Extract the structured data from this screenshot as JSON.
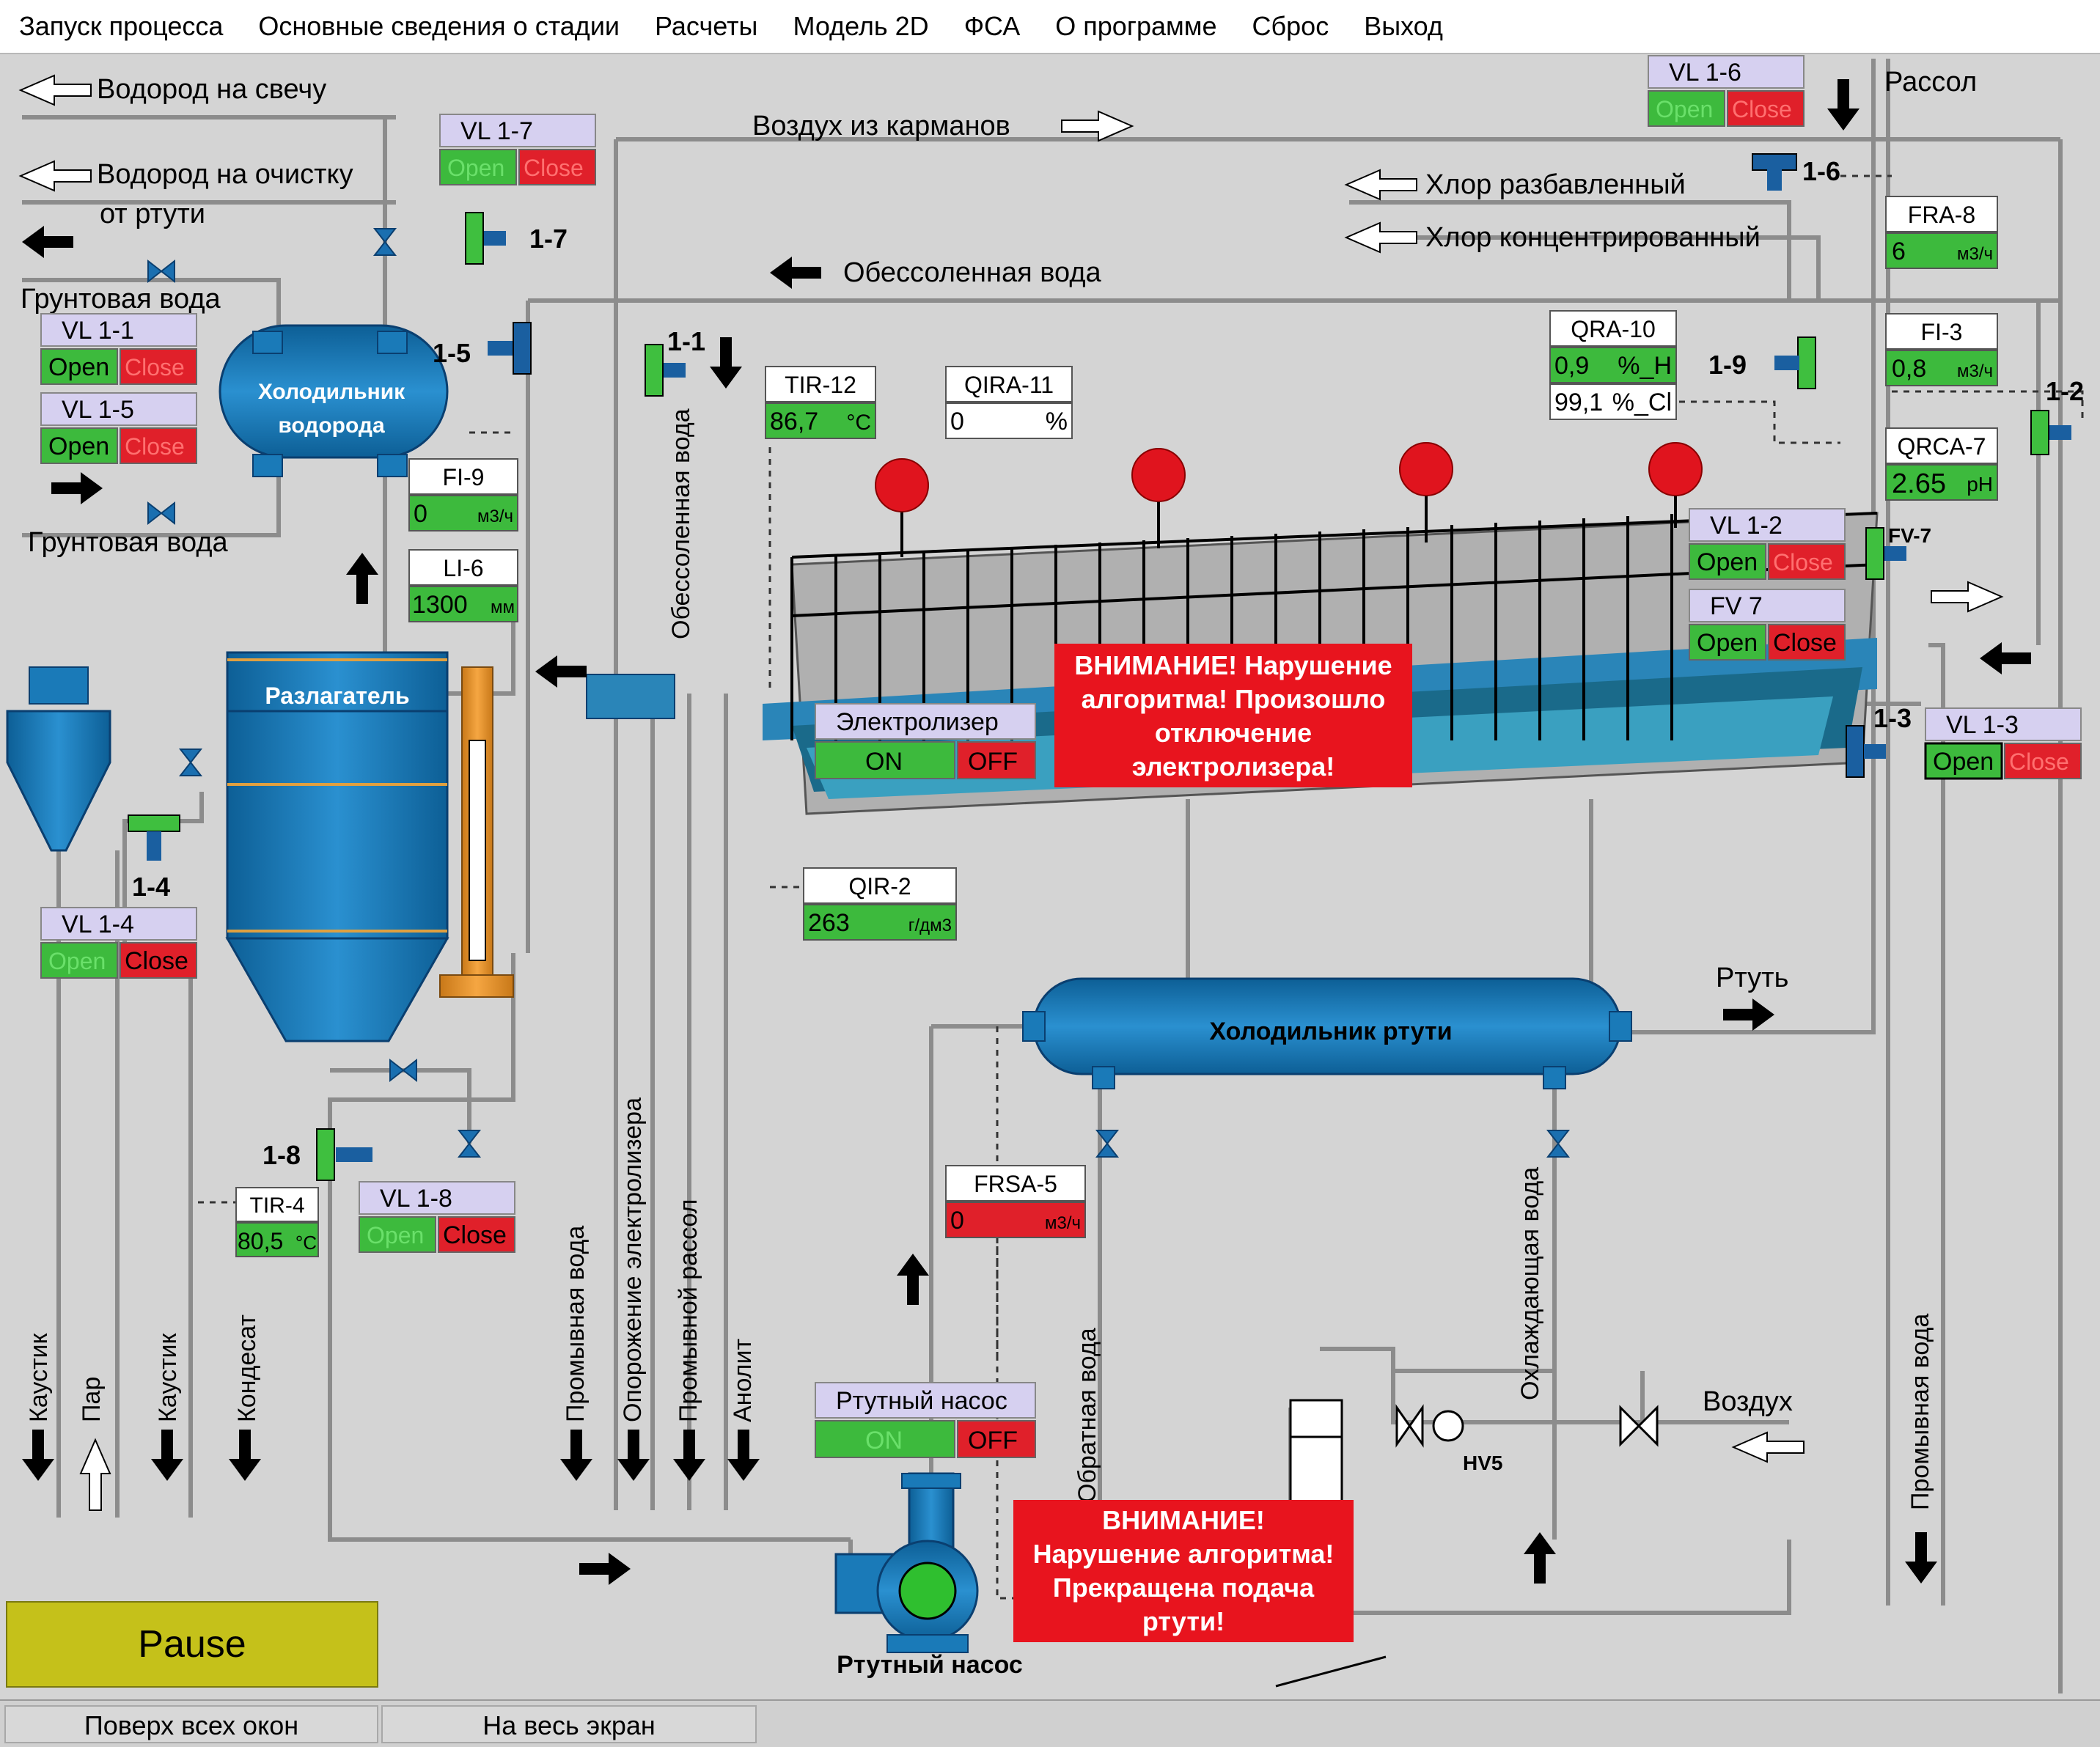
{
  "menu": {
    "items": [
      "Запуск процесса",
      "Основные сведения о стадии",
      "Расчеты",
      "Модель 2D",
      "ФСА",
      "О программе",
      "Сброс",
      "Выход"
    ]
  },
  "flows": {
    "hydrogen_vent": "Водород на свечу",
    "hydrogen_purify_1": "Водород на очистку",
    "hydrogen_purify_2": "от ртути",
    "ground_water_top": "Грунтовая  вода",
    "ground_water_bottom": "Грунтовая вода",
    "air_pockets": "Воздух из карманов",
    "chlorine_diluted": "Хлор разбавленный",
    "chlorine_conc": "Хлор концентрированный",
    "demin_water": "Обессоленная вода",
    "demin_water_vertical": "Обессоленная вода",
    "brine": "Рассол",
    "mercury": "Ртуть",
    "air": "Воздух",
    "caustic_1": "Каустик",
    "steam": "Пар",
    "caustic_2": "Каустик",
    "condensate": "Кондесат",
    "wash_water": "Промывная вода",
    "electrolyzer_drain": "Опорожение электролизера",
    "wash_brine": "Промывной рассол",
    "anolyte": "Анолит",
    "return_water": "Обратная вода",
    "cooling_water": "Охлаждающая вода",
    "wash_water_right": "Промывная вода"
  },
  "equipment": {
    "hydrogen_cooler_1": "Холодильник",
    "hydrogen_cooler_2": "водорода",
    "decomposer": "Разлагатель",
    "mercury_cooler": "Холодильник ртути",
    "mercury_pump": "Ртутный насос"
  },
  "valves": {
    "v1_1": "1-1",
    "v1_2": "1-2",
    "v1_3": "1-3",
    "v1_4": "1-4",
    "v1_5": "1-5",
    "v1_6": "1-6",
    "v1_7": "1-7",
    "v1_8": "1-8",
    "v1_9": "1-9",
    "fv7": "FV-7",
    "hv5": "HV5"
  },
  "controls": {
    "open": "Open",
    "close": "Close",
    "on": "ON",
    "off": "OFF",
    "vl1_1": "VL 1-1",
    "vl1_5": "VL 1-5",
    "vl1_7": "VL 1-7",
    "vl1_6": "VL 1-6",
    "vl1_2": "VL 1-2",
    "fv_7": "FV 7",
    "vl1_3": "VL 1-3",
    "vl1_4": "VL 1-4",
    "vl1_8": "VL 1-8",
    "electrolyzer": "Электролизер",
    "mercury_pump": "Ртутный насос"
  },
  "instruments": {
    "fra8": {
      "tag": "FRA-8",
      "value": "6",
      "unit": "м3/ч"
    },
    "fi3": {
      "tag": "FI-3",
      "value": "0,8",
      "unit": "м3/ч"
    },
    "qrca7": {
      "tag": "QRCA-7",
      "value": "2.65",
      "unit": "pH"
    },
    "qra10": {
      "tag": "QRA-10",
      "value_h": "0,9",
      "unit_h": "%_H",
      "value_cl": "99,1",
      "unit_cl": "%_Cl"
    },
    "tir12": {
      "tag": "TIR-12",
      "value": "86,7",
      "unit": "°C"
    },
    "qira11": {
      "tag": "QIRA-11",
      "value": "0",
      "unit": "%"
    },
    "fi9": {
      "tag": "FI-9",
      "value": "0",
      "unit": "м3/ч"
    },
    "li6": {
      "tag": "LI-6",
      "value": "1300",
      "unit": "мм"
    },
    "qir2": {
      "tag": "QIR-2",
      "value": "263",
      "unit": "г/дм3"
    },
    "tir4": {
      "tag": "TIR-4",
      "value": "80,5",
      "unit": "°C"
    },
    "frsa5": {
      "tag": "FRSA-5",
      "value": "0",
      "unit": "м3/ч"
    }
  },
  "alarms": {
    "electrolyzer": [
      "ВНИМАНИЕ! Нарушение",
      "алгоритма! Произошло",
      "отключение",
      "электролизера!"
    ],
    "mercury": [
      "ВНИМАНИЕ!",
      "Нарушение алгоритма!",
      "Прекращена подача",
      "ртути!"
    ]
  },
  "pause_label": "Pause",
  "statusbar": {
    "topmost": "Поверх всех окон",
    "fullscreen": "На весь экран"
  },
  "colors": {
    "vessel": "#1a7ab8",
    "pipe": "#8c8c8c",
    "green": "#3dba3d",
    "red": "#e0202a",
    "alarm": "#e8141e",
    "label_bg": "#d6d0f0"
  }
}
